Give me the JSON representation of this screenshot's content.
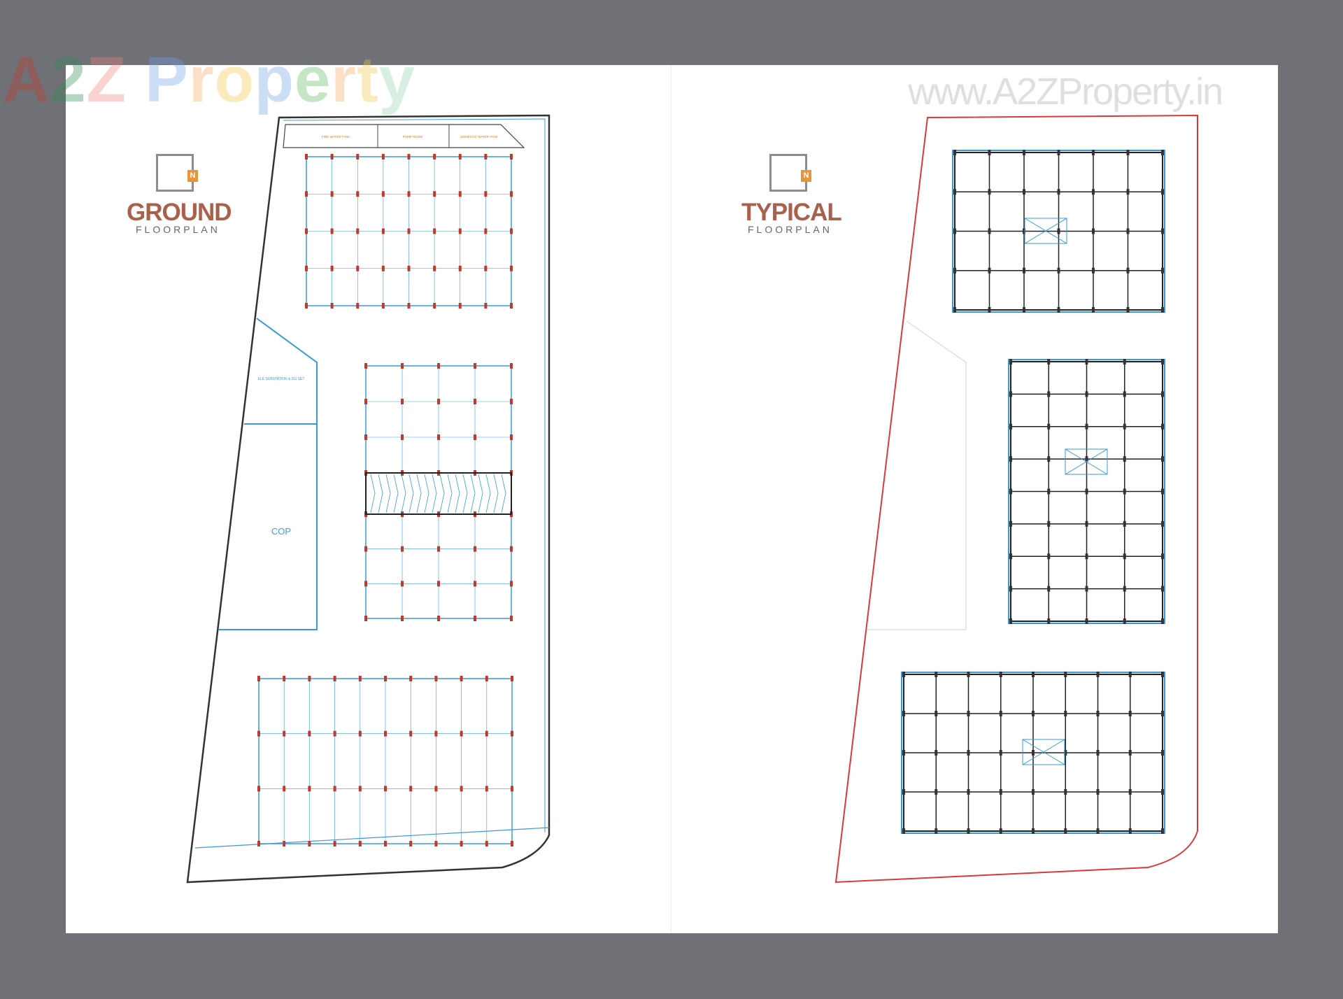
{
  "watermarks": {
    "logo": {
      "parts": [
        {
          "text": "A",
          "color": "#c0392b"
        },
        {
          "text": "2",
          "color": "#2e8b57"
        },
        {
          "text": "Z",
          "color": "#f08080"
        },
        {
          "text": " P",
          "color": "#6fa0e8"
        },
        {
          "text": "r",
          "color": "#f4a460"
        },
        {
          "text": "o",
          "color": "#f5c542"
        },
        {
          "text": "p",
          "color": "#6fa0e8"
        },
        {
          "text": "e",
          "color": "#5cb85c"
        },
        {
          "text": "r",
          "color": "#f4a460"
        },
        {
          "text": "t",
          "color": "#f5c542"
        },
        {
          "text": "y",
          "color": "#8fd0b0"
        }
      ]
    },
    "url": "www.A2ZProperty.in"
  },
  "left_panel": {
    "north_label": "N",
    "title": "GROUND",
    "subtitle": "FLOORPLAN",
    "labels": {
      "tank1": "FIRE WATER TANK",
      "tank2": "PUMP ROOM",
      "tank3": "DOMESTIC WATER TANK",
      "substation": "ELE SUBSTATION & DG SET",
      "cop": "COP"
    }
  },
  "right_panel": {
    "north_label": "N",
    "title": "TYPICAL",
    "subtitle": "FLOORPLAN"
  },
  "colors": {
    "background": "#707176",
    "title": "#a9614c",
    "north_badge": "#e8943a",
    "wall_blue": "#3a9ad9",
    "column_red": "#c0392b",
    "plot_boundary_typical": "#d63a3a"
  }
}
